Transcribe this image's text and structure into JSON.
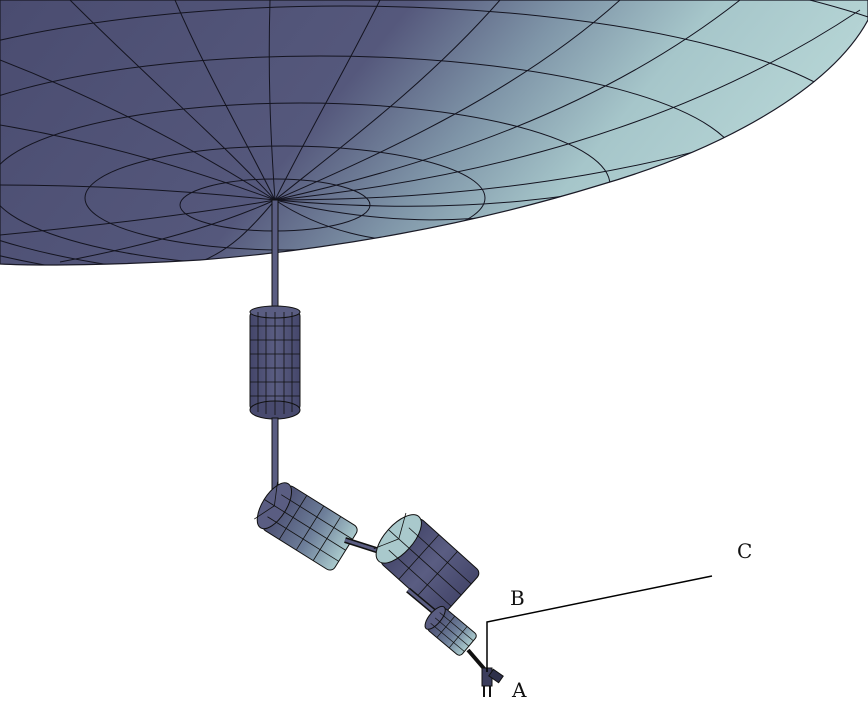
{
  "labels": {
    "a": "A",
    "b": "B",
    "c": "C"
  },
  "colors": {
    "body_dark": "#4d4f73",
    "body_light": "#a9c9cc",
    "edge": "#1a1a26",
    "line": "#000000",
    "background": "#ffffff"
  },
  "icons": [
    "sphere-icon",
    "cylinder-icon",
    "gripper-icon"
  ]
}
